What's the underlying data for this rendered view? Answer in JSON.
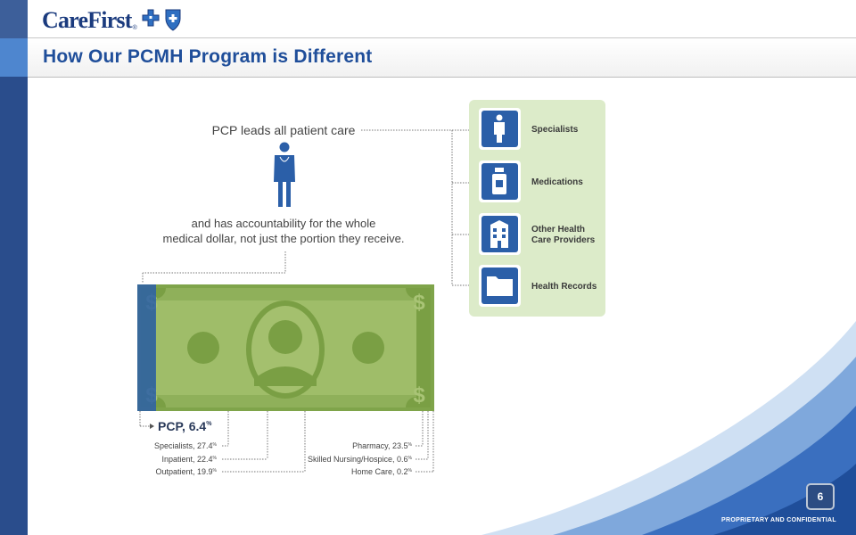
{
  "brand": {
    "logo_text": "CareFirst",
    "logo_tm": "®",
    "logo_icons": [
      "blue-cross-icon",
      "blue-shield-icon"
    ]
  },
  "header": {
    "title": "How Our PCMH Program is Different"
  },
  "diagram": {
    "headline": "PCP leads all patient care",
    "subline_1": "and has accountability for the whole",
    "subline_2": "medical dollar, not just the portion they receive.",
    "side_items": [
      {
        "label_1": "Specialists",
        "label_2": "",
        "icon": "specialist-icon"
      },
      {
        "label_1": "Medications",
        "label_2": "",
        "icon": "medication-bottle-icon"
      },
      {
        "label_1": "Other Health",
        "label_2": "Care Providers",
        "icon": "hospital-building-icon"
      },
      {
        "label_1": "Health Records",
        "label_2": "",
        "icon": "folder-icon"
      }
    ],
    "bill": {
      "currency_symbol": "$"
    },
    "pcp_label": "PCP, 6.4",
    "percent_sign": "%",
    "left_shares": [
      {
        "label": "Specialists, 27.4"
      },
      {
        "label": "Inpatient, 22.4"
      },
      {
        "label": "Outpatient, 19.9"
      }
    ],
    "right_shares": [
      {
        "label": "Pharmacy, 23.5"
      },
      {
        "label": "Skilled Nursing/Hospice, 0.6"
      },
      {
        "label": "Home Care, 0.2"
      }
    ]
  },
  "footer": {
    "slide_number": "6",
    "confidential": "PROPRIETARY AND CONFIDENTIAL"
  },
  "colors": {
    "brand_blue": "#1f4e9a",
    "sidebar_blue": "#2a4d8c",
    "bill_green": "#8fb05a",
    "bill_light_green": "#a4c06e",
    "panel_green": "#dcebc9",
    "icon_blue": "#2b5fa8",
    "text_gray": "#444444"
  }
}
